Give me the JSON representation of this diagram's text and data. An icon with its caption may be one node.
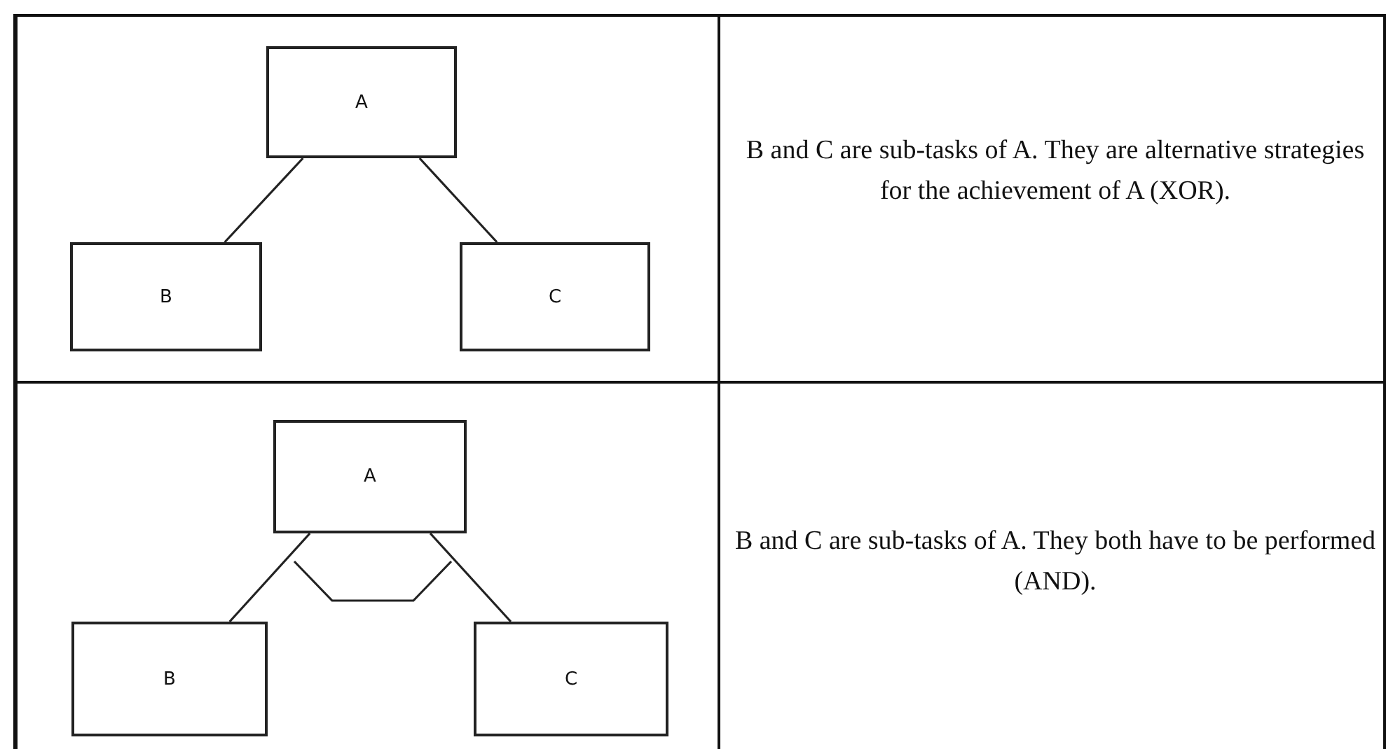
{
  "diagram": {
    "nodes": [
      {
        "text": [
          "A"
        ]
      },
      {
        "text": [
          "B"
        ]
      },
      {
        "text": [
          "C"
        ]
      },
      {
        "text": [
          "A"
        ]
      },
      {
        "text": [
          "B"
        ]
      },
      {
        "text": [
          "C"
        ]
      }
    ],
    "edges": [
      {
        "from": 0,
        "to": 1,
        "arrow": "none"
      },
      {
        "from": 0,
        "to": 2,
        "arrow": "none"
      },
      {
        "from": 3,
        "to": 4,
        "arrow": "none"
      },
      {
        "from": 3,
        "to": 5,
        "arrow": "none"
      }
    ],
    "labels": [
      "B and C are sub-tasks of A. They are alternative strategies for the achievement of A (XOR).",
      "B and C are sub-tasks of A. They both have to be performed (AND)."
    ]
  }
}
